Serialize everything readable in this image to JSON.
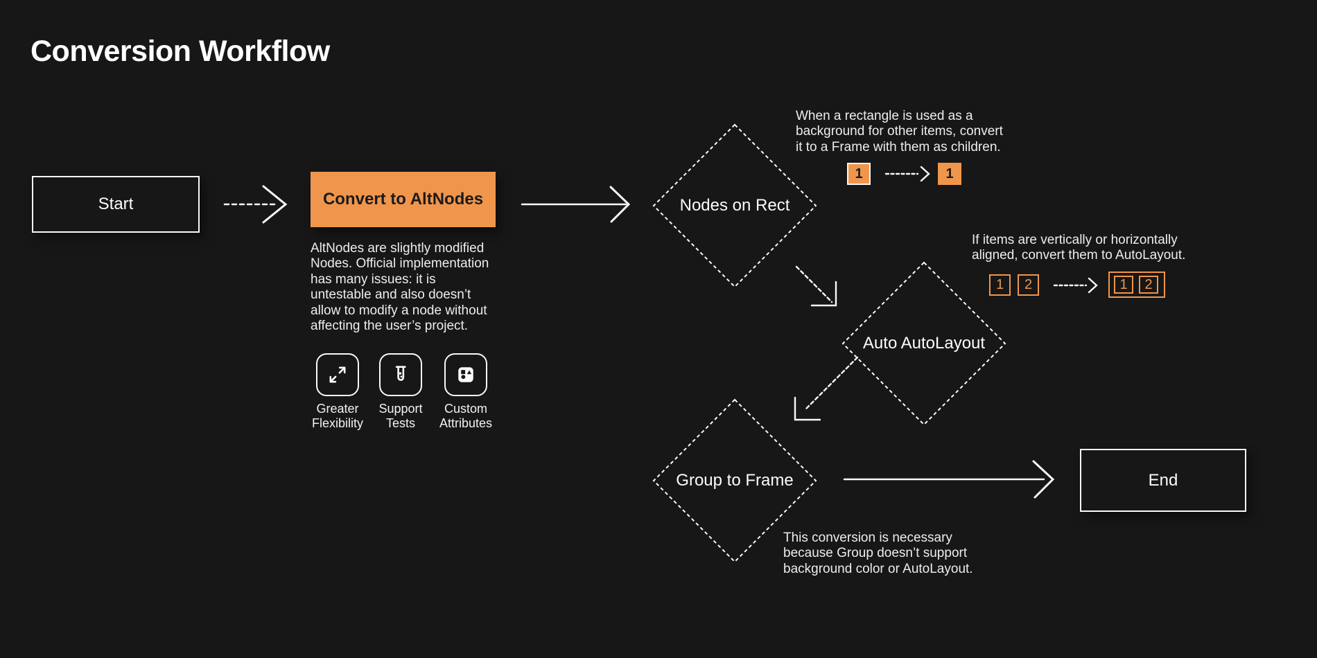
{
  "title": "Conversion Workflow",
  "colors": {
    "background": "#171717",
    "accent": "#F0964C",
    "foreground": "#FFFFFF",
    "dark_text": "#1B1B1B"
  },
  "nodes": {
    "start": {
      "label": "Start",
      "shape": "rectangle"
    },
    "convert_to_altnodes": {
      "label": "Convert to AltNodes",
      "shape": "rectangle",
      "description": "AltNodes are slightly modified\nNodes. Official implementation\nhas many issues: it is\nuntestable and also doesn’t\nallow to modify a node without\naffecting the user’s project."
    },
    "nodes_on_rect": {
      "label": "Nodes on Rect",
      "shape": "diamond"
    },
    "auto_autolayout": {
      "label": "Auto AutoLayout",
      "shape": "diamond"
    },
    "group_to_frame": {
      "label": "Group to Frame",
      "shape": "diamond"
    },
    "end": {
      "label": "End",
      "shape": "rectangle"
    }
  },
  "features": [
    {
      "icon": "expand-arrows-icon",
      "label": "Greater\nFlexibility"
    },
    {
      "icon": "test-tube-icon",
      "label": "Support\nTests"
    },
    {
      "icon": "shapes-icon",
      "label": "Custom\nAttributes"
    }
  ],
  "annotations": {
    "nodes_on_rect": {
      "text": "When a rectangle is used as a\nbackground for other items, convert\nit to a Frame with them as children.",
      "before_label": "1",
      "after_label": "1"
    },
    "auto_autolayout": {
      "text": "If items are vertically or horizontally\naligned, convert them to AutoLayout.",
      "before_labels": [
        "1",
        "2"
      ],
      "after_labels": [
        "1",
        "2"
      ]
    },
    "group_to_frame": {
      "text": "This conversion is necessary\nbecause Group doesn’t support\nbackground color or AutoLayout."
    }
  }
}
